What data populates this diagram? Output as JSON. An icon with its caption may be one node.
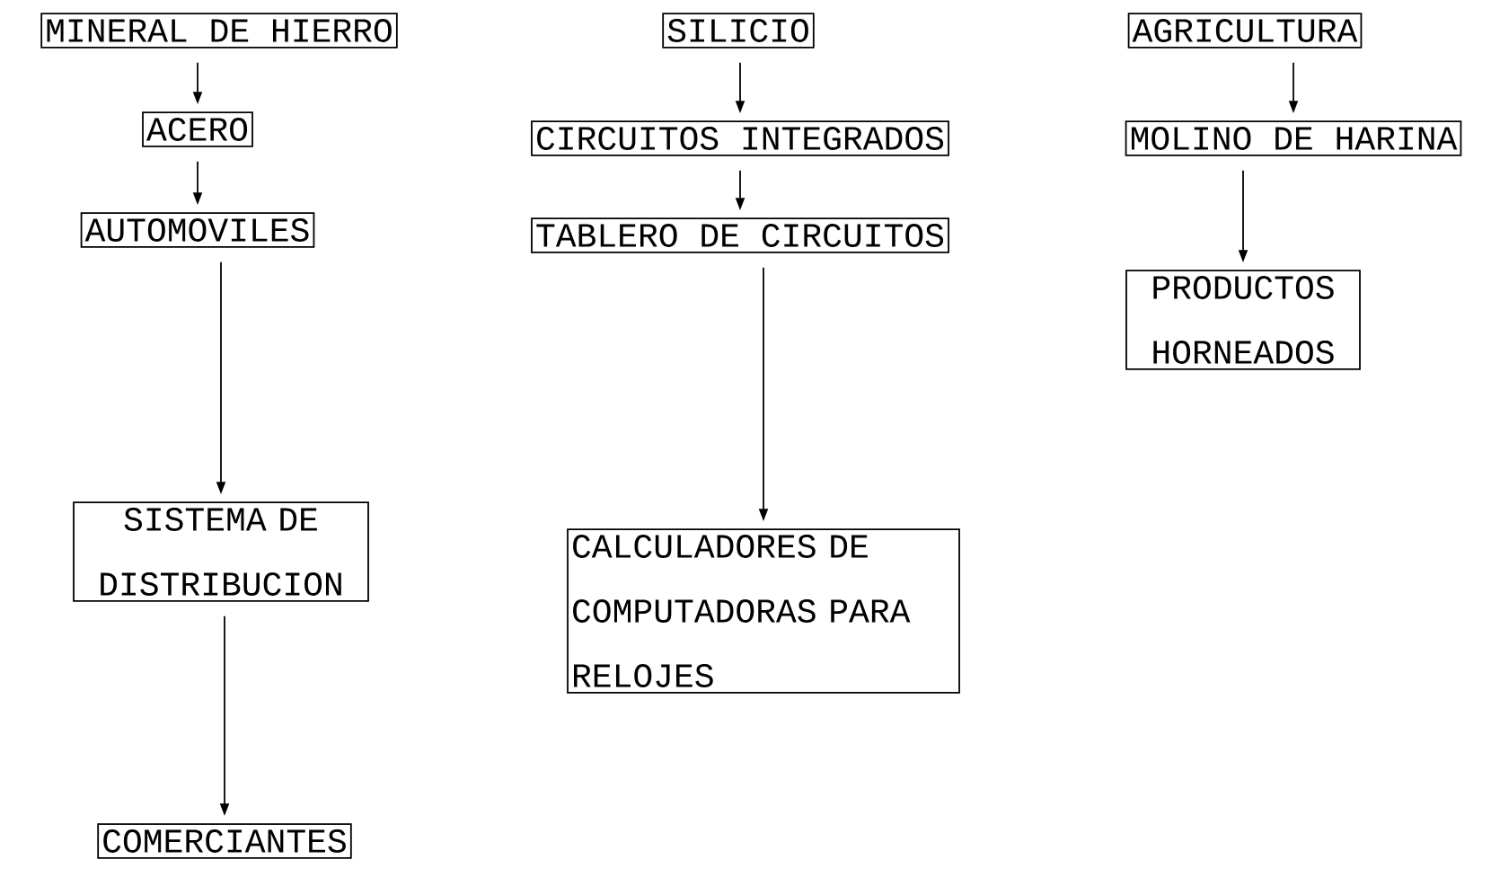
{
  "diagram": {
    "nodes": [
      {
        "text": [
          "MINERAL DE HIERRO"
        ]
      },
      {
        "text": [
          "ACERO"
        ]
      },
      {
        "text": [
          "AUTOMOVILES"
        ]
      },
      {
        "text": [
          "SISTEMA DE DISTRIBUCION"
        ]
      },
      {
        "text": [
          "COMERCIANTES"
        ]
      },
      {
        "text": [
          "SILICIO"
        ]
      },
      {
        "text": [
          "CIRCUITOS INTEGRADOS"
        ]
      },
      {
        "text": [
          "TABLERO DE CIRCUITOS"
        ]
      },
      {
        "text": [
          "CALCULADORES DE COMPUTADORAS PARA RELOJES"
        ]
      },
      {
        "text": [
          "AGRICULTURA"
        ]
      },
      {
        "text": [
          "MOLINO DE HARINA"
        ]
      },
      {
        "text": [
          "PRODUCTOS HORNEADOS"
        ]
      }
    ],
    "edges": [
      {
        "from": 0,
        "to": 1,
        "arrow": "to"
      },
      {
        "from": 1,
        "to": 2,
        "arrow": "to"
      },
      {
        "from": 2,
        "to": 3,
        "arrow": "to"
      },
      {
        "from": 3,
        "to": 4,
        "arrow": "to"
      },
      {
        "from": 5,
        "to": 6,
        "arrow": "to"
      },
      {
        "from": 6,
        "to": 7,
        "arrow": "to"
      },
      {
        "from": 7,
        "to": 8,
        "arrow": "to"
      },
      {
        "from": 9,
        "to": 10,
        "arrow": "to"
      },
      {
        "from": 10,
        "to": 11,
        "arrow": "to"
      }
    ]
  }
}
